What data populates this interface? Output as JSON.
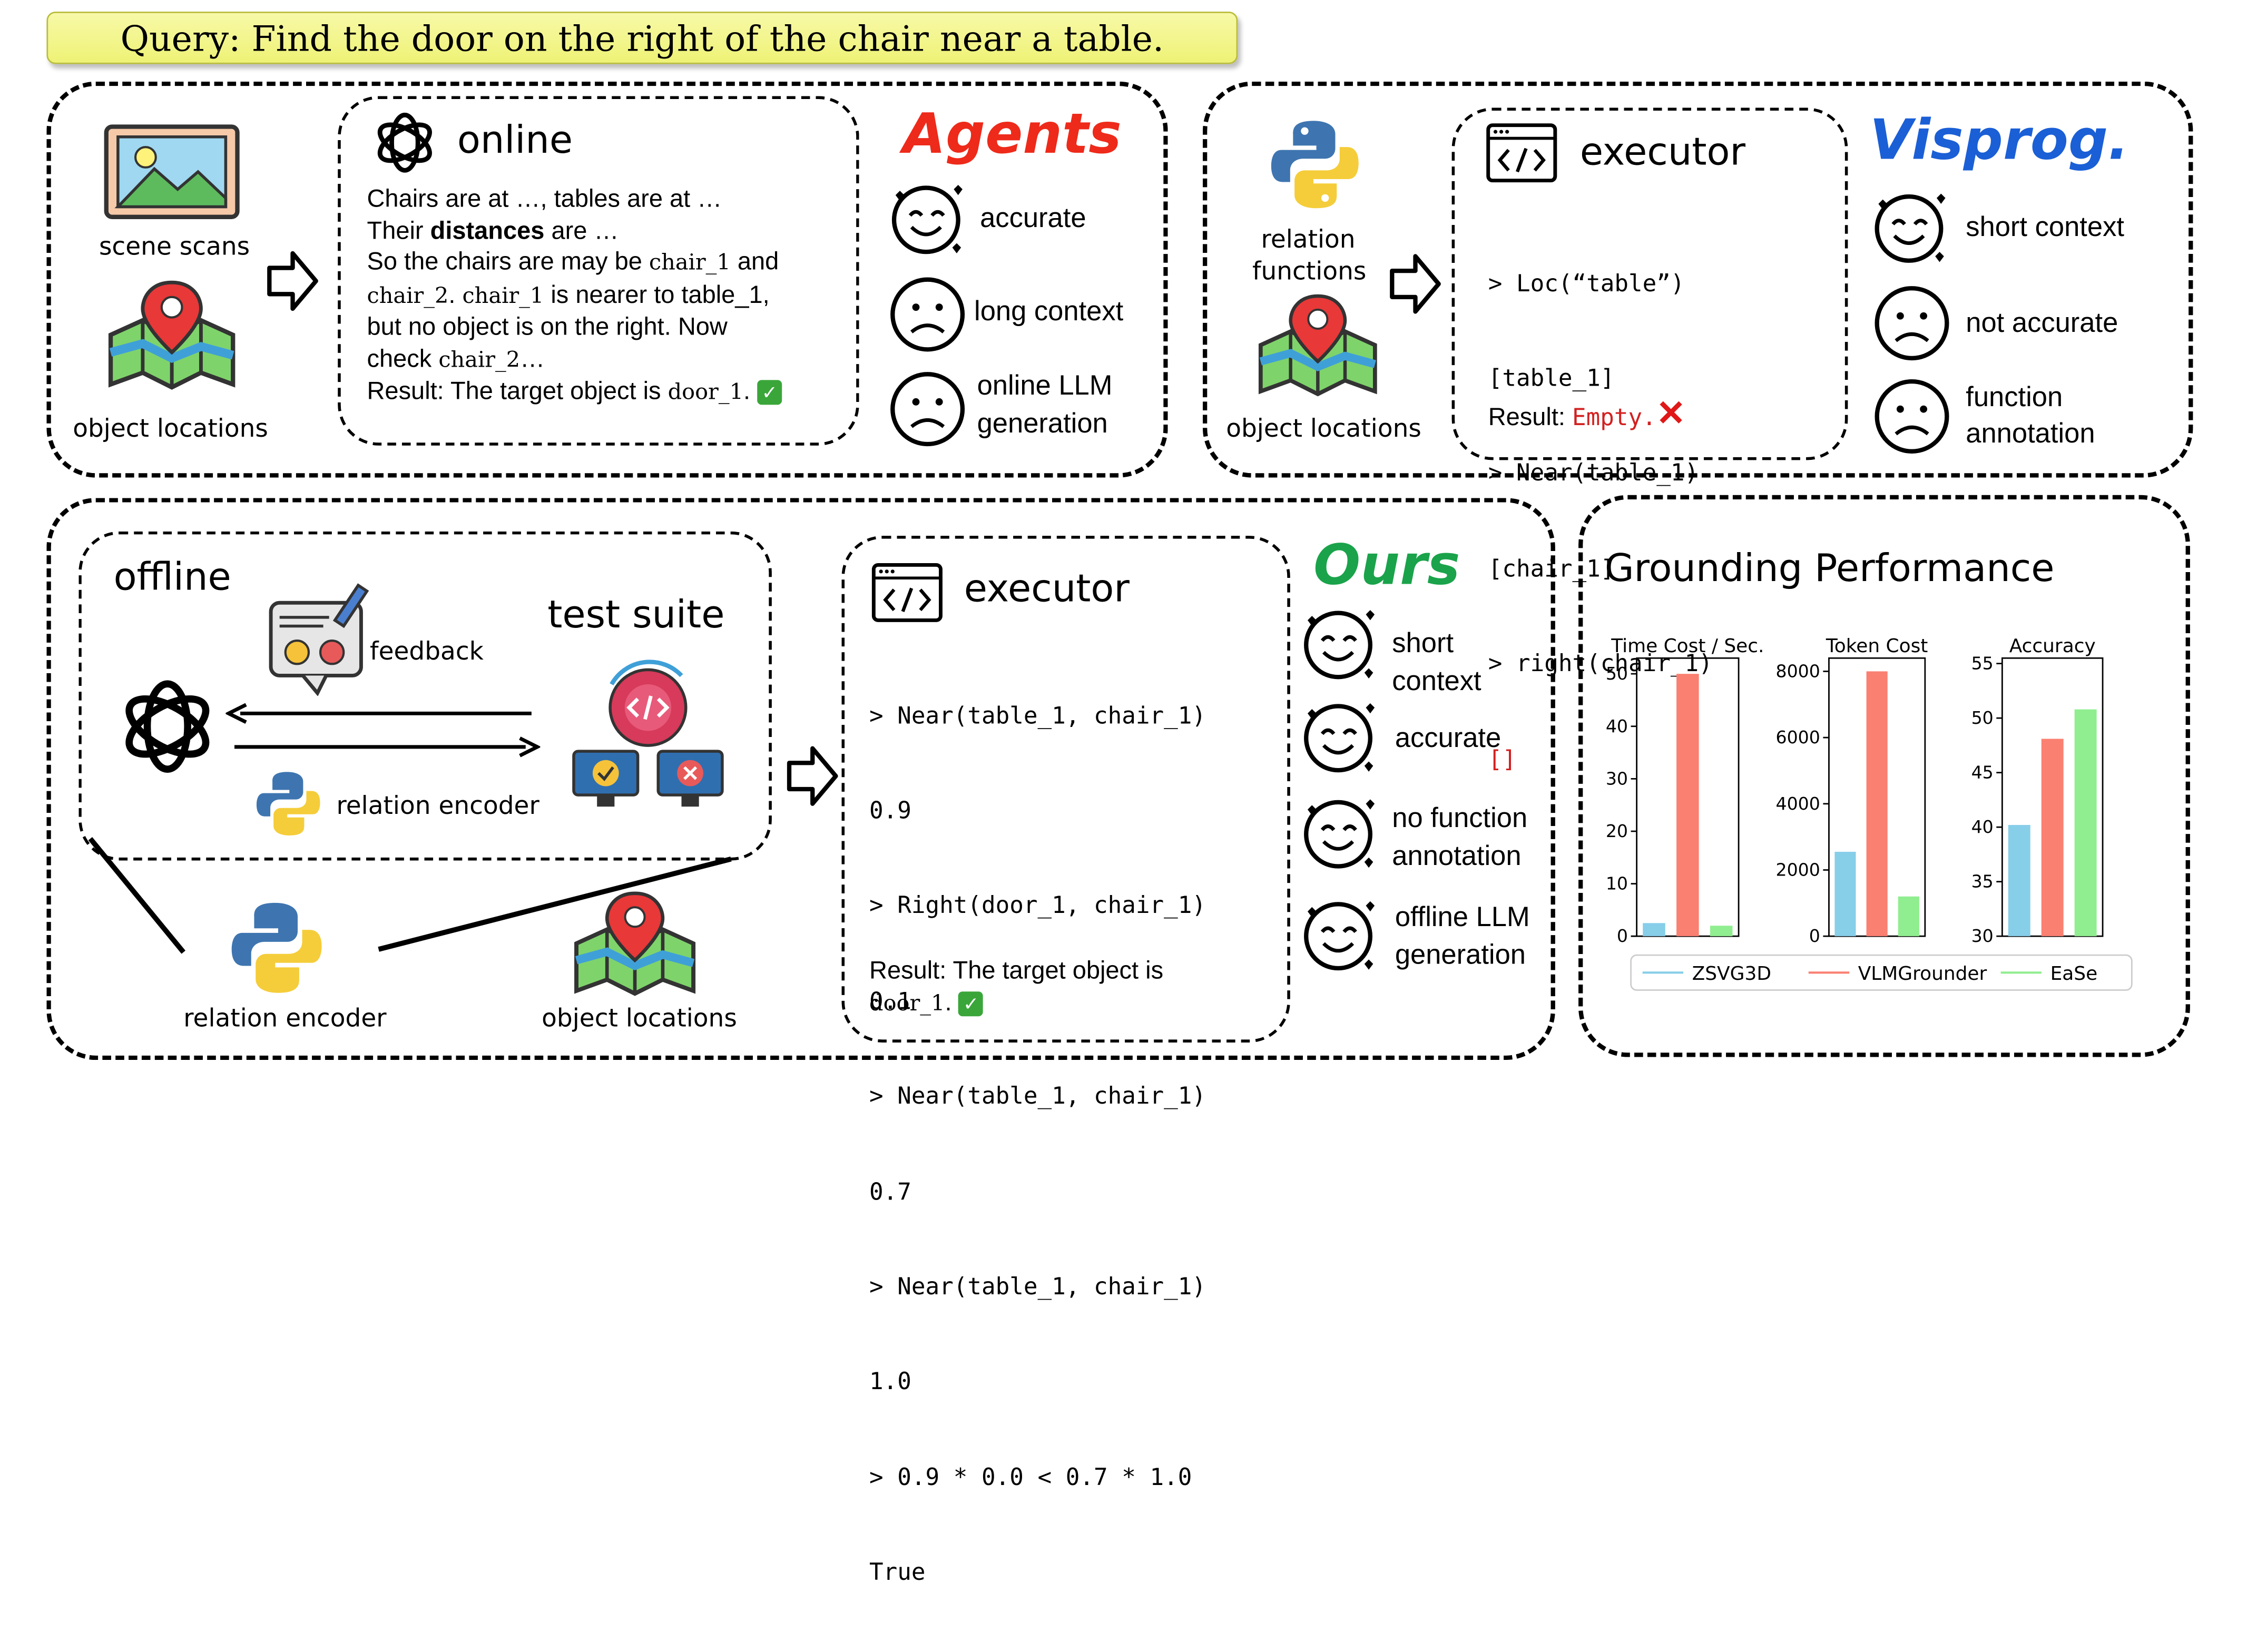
{
  "query": "Query: Find the door on the right of the chair near a table.",
  "agents": {
    "title": "Agents",
    "scene_label": "scene scans",
    "locations_label": "object locations",
    "online_title": "online",
    "lines": [
      "Chairs are at …, tables are at …",
      "are …",
      "So the chairs are may be",
      "and",
      ". ",
      " is nearer to table_1,",
      "but no object is on the right. Now",
      "check ",
      "…",
      "Result:  The target object is ",
      "."
    ],
    "their": "Their ",
    "distances": "distances",
    "chair_1": "chair_1",
    "chair_2": "chair_2",
    "door_1": "door_1",
    "check_mark": "✓",
    "pros_cons": [
      "accurate",
      "long context",
      "online LLM",
      "generation"
    ]
  },
  "visprog": {
    "title": "Visprog.",
    "relation_label_1": "relation",
    "relation_label_2": "functions",
    "locations_label": "object locations",
    "executor_title": "executor",
    "code": [
      "> Loc(“table”)",
      "[table_1]",
      "> Near(table_1)",
      "[chair_1]",
      "> right(chair_1)",
      "[]"
    ],
    "result_label": "Result: ",
    "result_value": "Empty.",
    "cross": "✕",
    "pros_cons": [
      "short context",
      "not accurate",
      "function",
      "annotation"
    ]
  },
  "ours": {
    "title": "Ours",
    "offline_title": "offline",
    "feedback_label": "feedback",
    "test_suite_label": "test suite",
    "relation_encoder_inner": "relation encoder",
    "relation_encoder_outer": "relation encoder",
    "locations_label": "object locations",
    "executor_title": "executor",
    "code": [
      "> Near(table_1, chair_1)",
      "0.9",
      "> Right(door_1, chair_1)",
      "0.1",
      "> Near(table_1, chair_1)",
      "0.7",
      "> Near(table_1, chair_1)",
      "1.0",
      "> 0.9 * 0.0 < 0.7 * 1.0",
      "True"
    ],
    "result_line": "Result: The target object is",
    "door_1": "door_1",
    "check_mark": "✓",
    "pros_cons": [
      "short",
      "context",
      "accurate",
      "no function",
      "annotation",
      "offline LLM",
      "generation"
    ]
  },
  "chart_data": {
    "type": "bar",
    "title": "Grounding Performance",
    "categories": [
      "ZSVG3D",
      "VLMGrounder",
      "EaSe"
    ],
    "colors": [
      "#87cee9",
      "#fa8072",
      "#90ee90"
    ],
    "legend": [
      "ZSVG3D",
      "VLMGrounder",
      "EaSe"
    ],
    "legend_placement": "bottom",
    "subplots": [
      {
        "title": "Time Cost / Sec.",
        "values": [
          2.5,
          50,
          2
        ],
        "ylim": [
          0,
          53
        ],
        "yticks": [
          0,
          10,
          20,
          30,
          40,
          50
        ]
      },
      {
        "title": "Token Cost",
        "values": [
          2550,
          8000,
          1200
        ],
        "ylim": [
          0,
          8400
        ],
        "yticks": [
          0,
          2000,
          4000,
          6000,
          8000
        ]
      },
      {
        "title": "Accuracy",
        "values": [
          40.2,
          48.1,
          50.8
        ],
        "ylim": [
          30,
          55.5
        ],
        "yticks": [
          30,
          35,
          40,
          45,
          50,
          55
        ]
      }
    ]
  }
}
